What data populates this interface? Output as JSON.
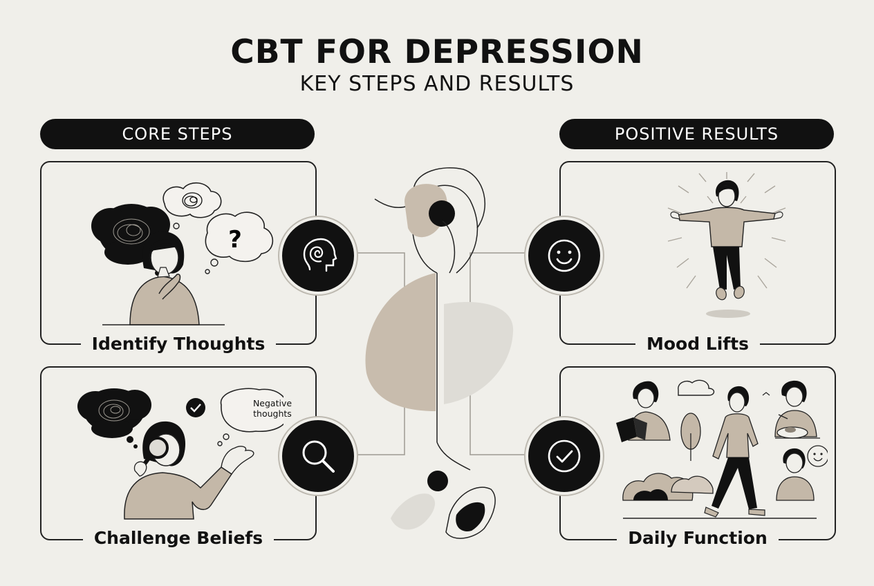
{
  "header": {
    "title": "CBT FOR DEPRESSION",
    "subtitle": "KEY STEPS AND RESULTS"
  },
  "sections": {
    "left_label": "CORE STEPS",
    "right_label": "POSITIVE RESULTS"
  },
  "core_steps": [
    {
      "label": "Identify Thoughts",
      "icon": "head-spiral-icon"
    },
    {
      "label": "Challenge Beliefs",
      "icon": "magnifier-icon"
    }
  ],
  "results": [
    {
      "label": "Mood Lifts",
      "icon": "smile-icon"
    },
    {
      "label": "Daily Function",
      "icon": "checkmark-icon"
    }
  ],
  "illustrations": {
    "challenge_bubble": "Negative thoughts",
    "question_mark": "?"
  },
  "colors": {
    "background": "#f0efea",
    "ink": "#111111",
    "skin_tone": "#c4b8a8",
    "accent_beige": "#c8bcad",
    "light_gray": "#dedcd6"
  }
}
